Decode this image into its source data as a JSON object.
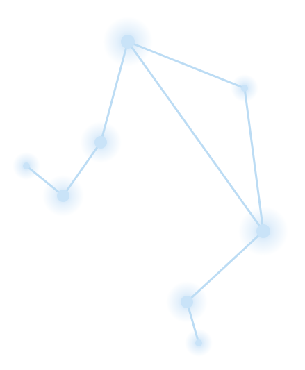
{
  "diagram": {
    "type": "constellation",
    "colors": {
      "line": "#bcdcf4",
      "star": "#c9e3f8",
      "glow": "#b7d8f5",
      "background": "#ffffff"
    },
    "stars": [
      {
        "id": "star-1",
        "size": "large"
      },
      {
        "id": "star-2",
        "size": "small"
      },
      {
        "id": "star-3",
        "size": "medium"
      },
      {
        "id": "star-4",
        "size": "small"
      },
      {
        "id": "star-5",
        "size": "medium"
      },
      {
        "id": "star-6",
        "size": "large"
      },
      {
        "id": "star-7",
        "size": "medium"
      },
      {
        "id": "star-8",
        "size": "small"
      }
    ],
    "connections": [
      [
        "star-1",
        "star-2"
      ],
      [
        "star-1",
        "star-3"
      ],
      [
        "star-1",
        "star-6"
      ],
      [
        "star-2",
        "star-6"
      ],
      [
        "star-3",
        "star-5"
      ],
      [
        "star-5",
        "star-4"
      ],
      [
        "star-6",
        "star-7"
      ],
      [
        "star-7",
        "star-8"
      ]
    ]
  }
}
